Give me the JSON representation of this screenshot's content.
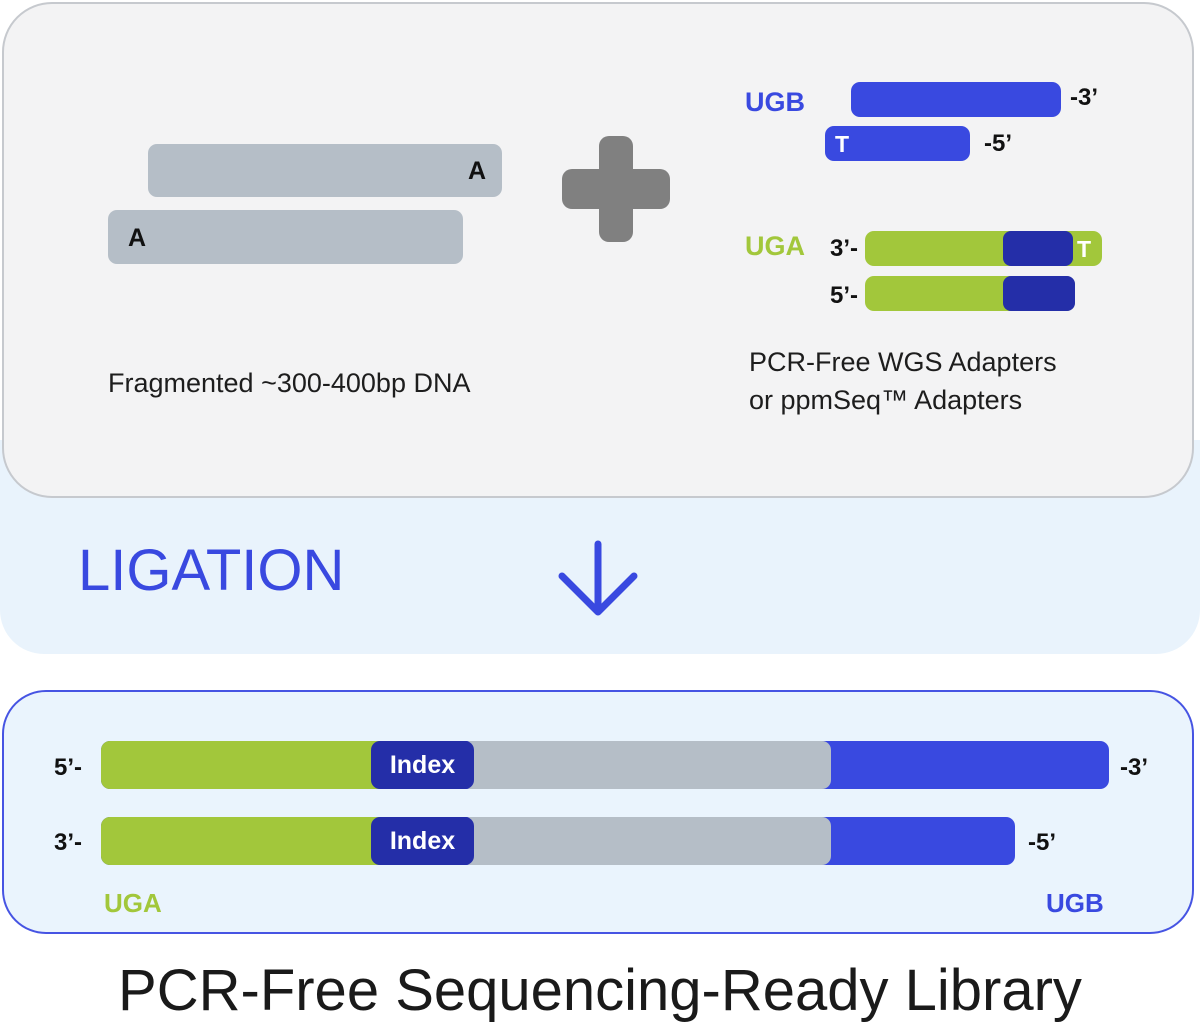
{
  "top": {
    "dna_label": "Fragmented ~300-400bp DNA",
    "fragment_overhang": "A",
    "adapters": {
      "ugb": {
        "name": "UGB",
        "top_end": "-3’",
        "bottom_end": "-5’",
        "overhang": "T"
      },
      "uga": {
        "name": "UGA",
        "top_start": "3’-",
        "bottom_start": "5’-",
        "overhang": "T"
      },
      "caption_line1": "PCR-Free WGS Adapters",
      "caption_line2": "or ppmSeq™ Adapters"
    }
  },
  "step": {
    "label": "LIGATION",
    "arrow": "down-arrow-icon"
  },
  "library": {
    "strand1": {
      "start": "5’-",
      "end": "-3’",
      "index_label": "Index"
    },
    "strand2": {
      "start": "3’-",
      "end": "-5’",
      "index_label": "Index"
    },
    "left_label": "UGA",
    "right_label": "UGB"
  },
  "title": "PCR-Free Sequencing-Ready Library",
  "colors": {
    "blue": "#3949e0",
    "navy": "#242ea8",
    "green": "#a2c73b",
    "gray": "#b5bec7"
  }
}
